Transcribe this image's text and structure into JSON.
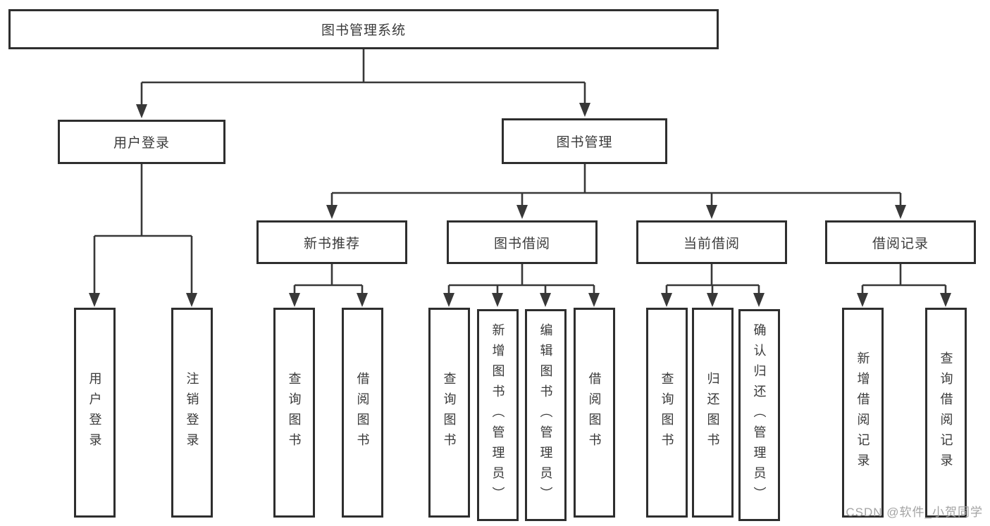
{
  "diagram": {
    "root": {
      "label": "图书管理系统"
    },
    "level2": [
      {
        "label": "用户登录"
      },
      {
        "label": "图书管理"
      }
    ],
    "level3": [
      {
        "label": "新书推荐",
        "parent": "图书管理"
      },
      {
        "label": "图书借阅",
        "parent": "图书管理"
      },
      {
        "label": "当前借阅",
        "parent": "图书管理"
      },
      {
        "label": "借阅记录",
        "parent": "图书管理"
      }
    ],
    "leaves": [
      {
        "label": "用户登录",
        "parent": "用户登录"
      },
      {
        "label": "注销登录",
        "parent": "用户登录"
      },
      {
        "label": "查询图书",
        "parent": "新书推荐"
      },
      {
        "label": "借阅图书",
        "parent": "新书推荐"
      },
      {
        "label": "查询图书",
        "parent": "图书借阅"
      },
      {
        "label": "新增图书（管理员）",
        "parent": "图书借阅"
      },
      {
        "label": "编辑图书（管理员）",
        "parent": "图书借阅"
      },
      {
        "label": "借阅图书",
        "parent": "图书借阅"
      },
      {
        "label": "查询图书",
        "parent": "当前借阅"
      },
      {
        "label": "归还图书",
        "parent": "当前借阅"
      },
      {
        "label": "确认归还（管理员）",
        "parent": "当前借阅"
      },
      {
        "label": "新增借阅记录",
        "parent": "借阅记录"
      },
      {
        "label": "查询借阅记录",
        "parent": "借阅记录"
      }
    ]
  },
  "watermark": {
    "text": "CSDN @软件_小贺同学"
  },
  "colors": {
    "line": "#383838",
    "border": "#2e2e2e",
    "text": "#3a3a3a",
    "background": "#ffffff",
    "watermark": "#a3a3a3"
  }
}
